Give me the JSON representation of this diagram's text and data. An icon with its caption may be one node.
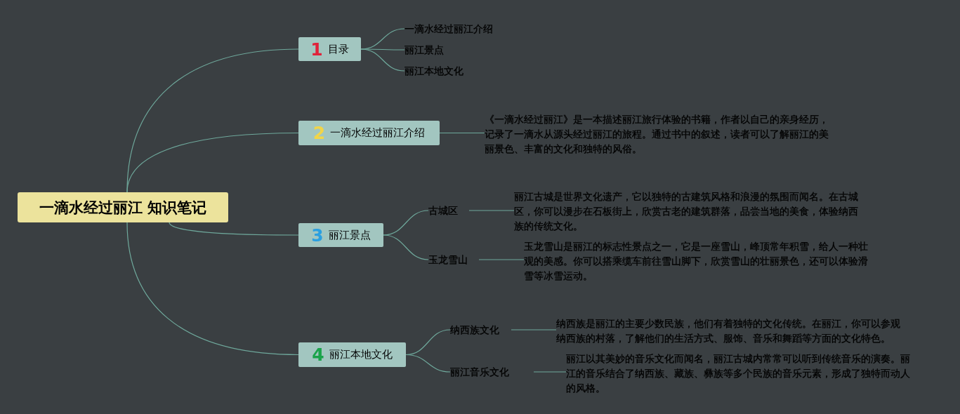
{
  "diagram": {
    "nodes": [
      {
        "text": [
          "一滴水经过丽江 知识笔记"
        ]
      },
      {
        "text": [
          "1",
          "目录"
        ]
      },
      {
        "text": [
          "一滴水经过丽江介绍"
        ]
      },
      {
        "text": [
          "丽江景点"
        ]
      },
      {
        "text": [
          "丽江本地文化"
        ]
      },
      {
        "text": [
          "2",
          "一滴水经过丽江介绍"
        ]
      },
      {
        "text": [
          "《一滴水经过丽江》是一本描述丽江旅行体验的书籍，作者以自己的亲身经历，记录了一滴水从源头经过丽江的旅程。通过书中的叙述，读者可以了解丽江的美丽景色、丰富的文化和独特的风俗。"
        ]
      },
      {
        "text": [
          "3",
          "丽江景点"
        ]
      },
      {
        "text": [
          "古城区"
        ]
      },
      {
        "text": [
          "丽江古城是世界文化遗产，它以独特的古建筑风格和浪漫的氛围而闻名。在古城区，你可以漫步在石板街上，欣赏古老的建筑群落，品尝当地的美食，体验纳西族的传统文化。"
        ]
      },
      {
        "text": [
          "玉龙雪山"
        ]
      },
      {
        "text": [
          "玉龙雪山是丽江的标志性景点之一，它是一座雪山，峰顶常年积雪，给人一种壮观的美感。你可以搭乘缆车前往雪山脚下，欣赏雪山的壮丽景色，还可以体验滑雪等冰雪运动。"
        ]
      },
      {
        "text": [
          "4",
          "丽江本地文化"
        ]
      },
      {
        "text": [
          "纳西族文化"
        ]
      },
      {
        "text": [
          "纳西族是丽江的主要少数民族，他们有着独特的文化传统。在丽江，你可以参观纳西族的村落，了解他们的生活方式、服饰、音乐和舞蹈等方面的文化特色。"
        ]
      },
      {
        "text": [
          "丽江音乐文化"
        ]
      },
      {
        "text": [
          "丽江以其美妙的音乐文化而闻名，丽江古城内常常可以听到传统音乐的演奏。丽江的音乐结合了纳西族、藏族、彝族等多个民族的音乐元素，形成了独特而动人的风格。"
        ]
      }
    ],
    "edges": [
      {
        "from": 0,
        "to": 1,
        "arrow": "none"
      },
      {
        "from": 1,
        "to": 2,
        "arrow": "none"
      },
      {
        "from": 1,
        "to": 3,
        "arrow": "none"
      },
      {
        "from": 1,
        "to": 4,
        "arrow": "none"
      },
      {
        "from": 0,
        "to": 5,
        "arrow": "none"
      },
      {
        "from": 5,
        "to": 6,
        "arrow": "none"
      },
      {
        "from": 0,
        "to": 7,
        "arrow": "none"
      },
      {
        "from": 7,
        "to": 8,
        "arrow": "none"
      },
      {
        "from": 8,
        "to": 9,
        "arrow": "none"
      },
      {
        "from": 7,
        "to": 10,
        "arrow": "none"
      },
      {
        "from": 10,
        "to": 11,
        "arrow": "none"
      },
      {
        "from": 0,
        "to": 12,
        "arrow": "none"
      },
      {
        "from": 12,
        "to": 13,
        "arrow": "none"
      },
      {
        "from": 13,
        "to": 14,
        "arrow": "none"
      },
      {
        "from": 12,
        "to": 15,
        "arrow": "none"
      },
      {
        "from": 15,
        "to": 16,
        "arrow": "none"
      }
    ]
  }
}
